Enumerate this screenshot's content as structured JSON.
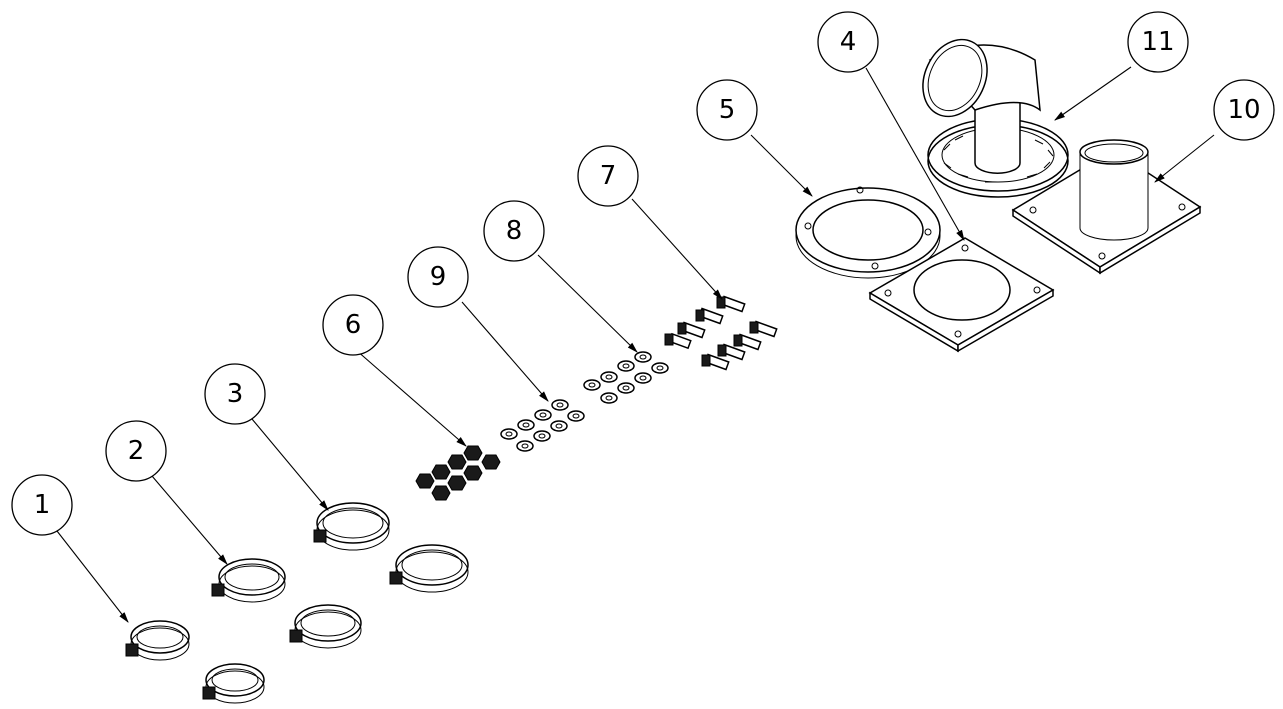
{
  "balloons": [
    {
      "id": "1",
      "label": "1"
    },
    {
      "id": "2",
      "label": "2"
    },
    {
      "id": "3",
      "label": "3"
    },
    {
      "id": "4",
      "label": "4"
    },
    {
      "id": "5",
      "label": "5"
    },
    {
      "id": "6",
      "label": "6"
    },
    {
      "id": "7",
      "label": "7"
    },
    {
      "id": "8",
      "label": "8"
    },
    {
      "id": "9",
      "label": "9"
    },
    {
      "id": "10",
      "label": "10"
    },
    {
      "id": "11",
      "label": "11"
    }
  ]
}
